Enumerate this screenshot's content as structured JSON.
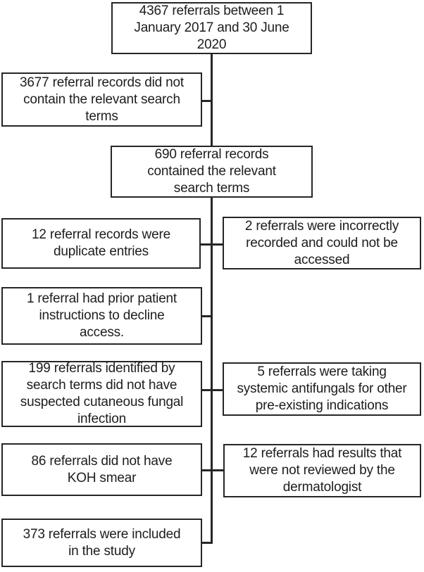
{
  "flowchart": {
    "nodes": [
      {
        "name": "total-referrals",
        "text": "4367 referrals between 1\nJanuary 2017 and 30 June\n2020"
      },
      {
        "name": "records-without-search-terms",
        "text": "3677 referral records did not\ncontain the relevant search\nterms"
      },
      {
        "name": "records-with-search-terms",
        "text": "690 referral records\ncontained the relevant\nsearch terms"
      },
      {
        "name": "duplicate-entries",
        "text": "12 referral records were\nduplicate entries"
      },
      {
        "name": "incorrectly-recorded",
        "text": "2 referrals were incorrectly\nrecorded and could not be\naccessed"
      },
      {
        "name": "declined-access",
        "text": "1 referral had prior patient\ninstructions to decline\naccess."
      },
      {
        "name": "no-suspected-fungal-infection",
        "text": "199 referrals identified by\nsearch terms did not have\nsuspected cutaneous fungal\ninfection"
      },
      {
        "name": "systemic-antifungals",
        "text": "5 referrals were taking\nsystemic antifungals for other\npre-existing indications"
      },
      {
        "name": "no-koh-smear",
        "text": "86 referrals did not have\nKOH smear"
      },
      {
        "name": "not-reviewed-by-dermatologist",
        "text": "12 referrals had results that\nwere not reviewed by the\ndermatologist"
      },
      {
        "name": "included-in-study",
        "text": "373 referrals were included\nin the study"
      }
    ],
    "colors": {
      "border": "#262626",
      "text": "#1d1d1d",
      "line": "#262626",
      "background": "#ffffff"
    }
  }
}
